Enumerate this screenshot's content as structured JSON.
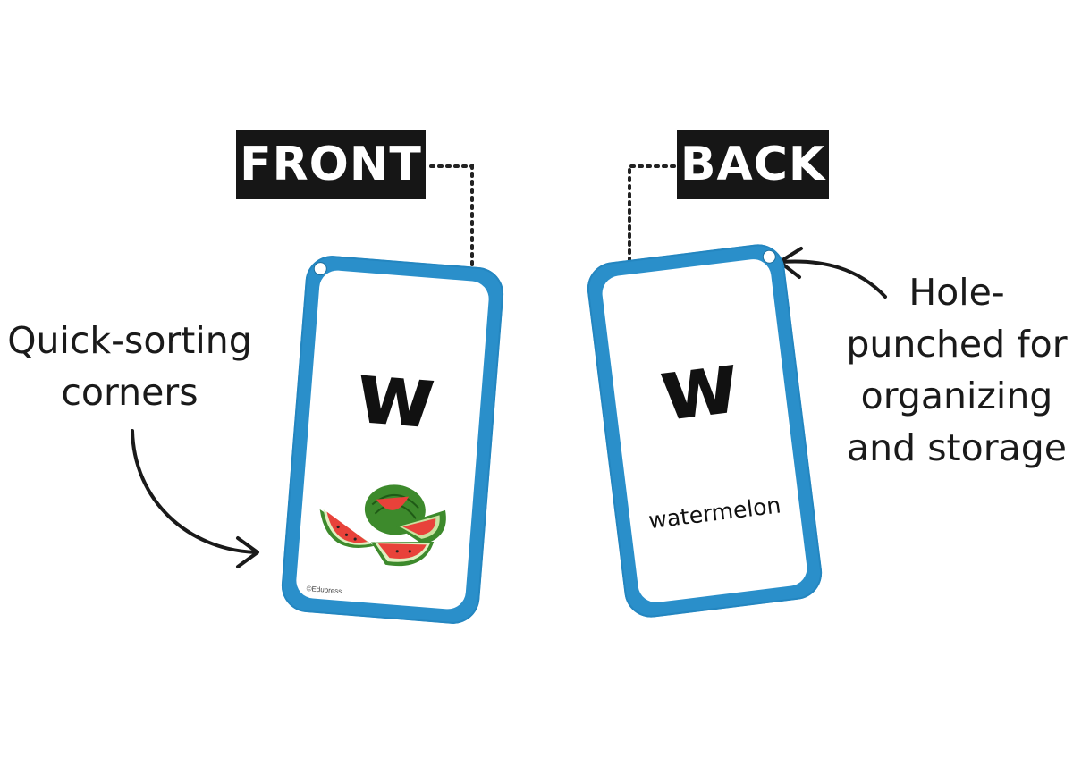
{
  "labels": {
    "front": "FRONT",
    "back": "BACK"
  },
  "callouts": {
    "left": [
      "Quick-sorting",
      "corners"
    ],
    "right": [
      "Hole-",
      "punched for",
      "organizing",
      "and storage"
    ]
  },
  "front_card": {
    "letter": "w",
    "image": "watermelon-slices",
    "copyright": "©Edupress"
  },
  "back_card": {
    "letter": "w",
    "word": "watermelon"
  },
  "colors": {
    "card_border": "#2a8fca",
    "tag_background": "#161616",
    "watermelon_flesh": "#e8423a",
    "watermelon_rind": "#3d8a2c"
  }
}
